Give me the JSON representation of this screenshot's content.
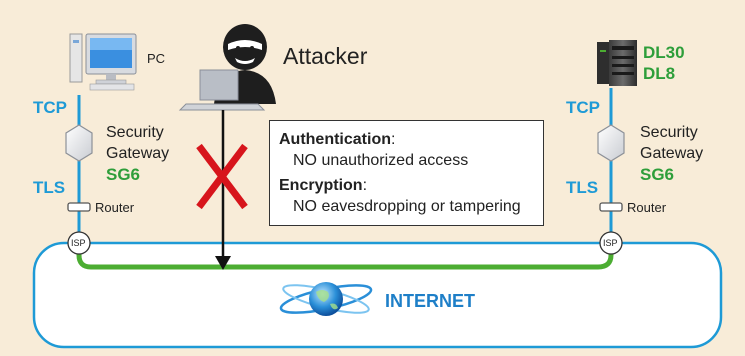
{
  "left": {
    "device": "PC",
    "proto_top": "TCP",
    "gateway_line1": "Security",
    "gateway_line2": "Gateway",
    "gateway_model": "SG6",
    "proto_bottom": "TLS",
    "router": "Router",
    "isp": "ISP"
  },
  "right": {
    "device_line1": "DL30",
    "device_line2": "DL8",
    "proto_top": "TCP",
    "gateway_line1": "Security",
    "gateway_line2": "Gateway",
    "gateway_model": "SG6",
    "proto_bottom": "TLS",
    "router": "Router",
    "isp": "ISP"
  },
  "attacker": "Attacker",
  "callout": {
    "auth_title": "Authentication",
    "auth_text": "NO unauthorized access",
    "enc_title": "Encryption",
    "enc_text": "NO eavesdropping or tampering",
    "separator": ":"
  },
  "internet": "INTERNET",
  "colors": {
    "background": "#f8ecd8",
    "protocol_blue": "#1e9ad6",
    "tunnel_green": "#4cad32",
    "cross_red": "#d7151c",
    "model_green": "#2e9e3a"
  }
}
